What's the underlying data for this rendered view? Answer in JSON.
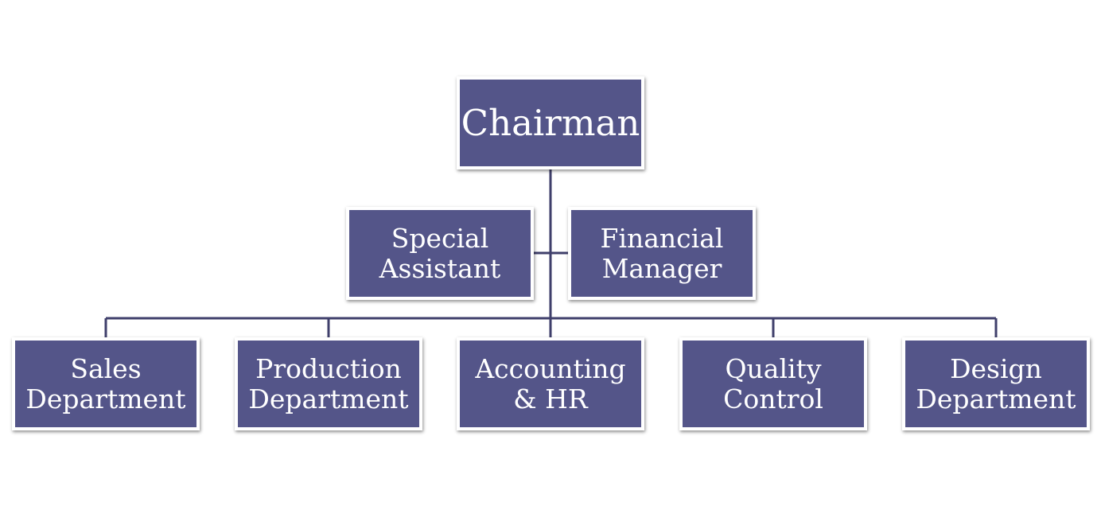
{
  "org_chart": {
    "top": {
      "label": "Chairman"
    },
    "staff": [
      {
        "line1": "Special",
        "line2": "Assistant"
      },
      {
        "line1": "Financial",
        "line2": "Manager"
      }
    ],
    "departments": [
      {
        "line1": "Sales",
        "line2": "Department"
      },
      {
        "line1": "Production",
        "line2": "Department"
      },
      {
        "line1": "Accounting",
        "line2": "& HR"
      },
      {
        "line1": "Quality",
        "line2": "Control"
      },
      {
        "line1": "Design",
        "line2": "Department"
      }
    ]
  },
  "colors": {
    "box_fill": "#545589",
    "box_border": "#ffffff",
    "connector": "#3f3f6b",
    "text": "#ffffff"
  }
}
